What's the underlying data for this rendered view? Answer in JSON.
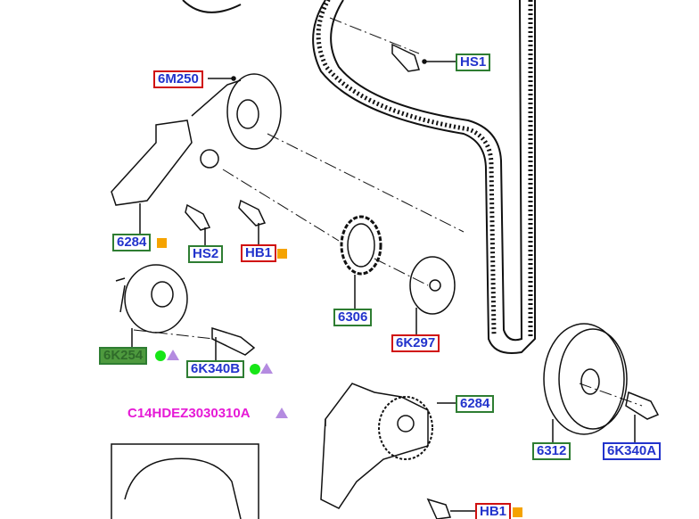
{
  "labels": {
    "hs1": "HS1",
    "m6m250": "6M250",
    "p6284_a": "6284",
    "hs2": "HS2",
    "hb1_a": "HB1",
    "p6306": "6306",
    "p6k297": "6K297",
    "p6k254": "6K254",
    "p6k340b": "6K340B",
    "kit": "C14HDEZ3030310A",
    "p6284_b": "6284",
    "p6312": "6312",
    "p6k340a": "6K340A",
    "hb1_b": "HB1"
  },
  "colors": {
    "orange_marker": "#f5a300",
    "green_marker": "#17e617",
    "purple_marker": "#b48be0",
    "kit_text": "#e619d6"
  }
}
